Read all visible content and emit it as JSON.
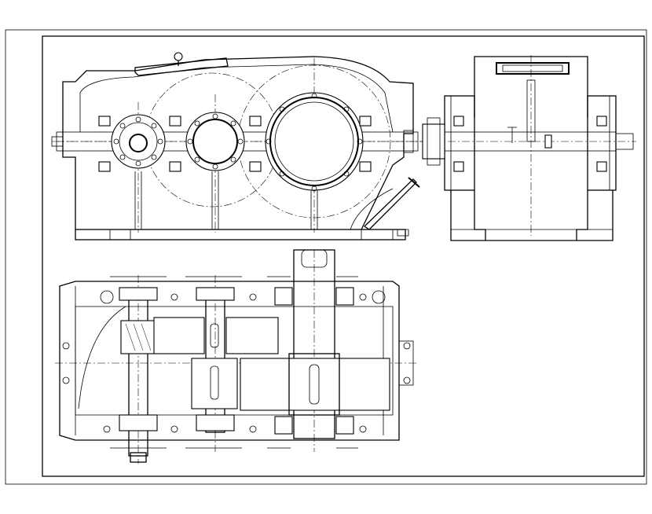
{
  "drawing": {
    "views": [
      "front-view",
      "side-view",
      "top-section-view"
    ],
    "colors": {
      "line": "#000000",
      "paper": "#ffffff"
    }
  }
}
